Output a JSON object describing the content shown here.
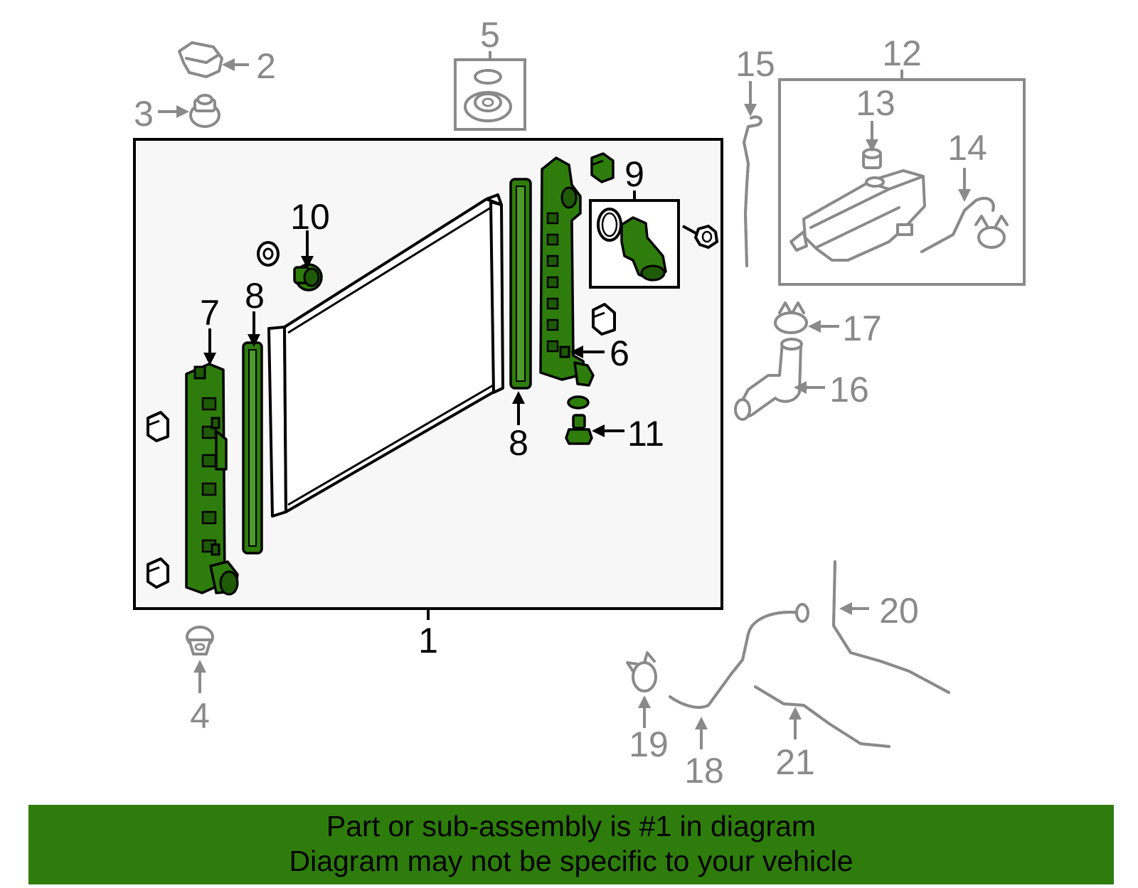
{
  "callouts": {
    "c1": "1",
    "c2": "2",
    "c3": "3",
    "c4": "4",
    "c5": "5",
    "c6": "6",
    "c7": "7",
    "c8a": "8",
    "c8b": "8",
    "c9": "9",
    "c10": "10",
    "c11": "11",
    "c12": "12",
    "c13": "13",
    "c14": "14",
    "c15": "15",
    "c16": "16",
    "c17": "17",
    "c18": "18",
    "c19": "19",
    "c20": "20",
    "c21": "21"
  },
  "colors": {
    "highlight": "#2e7d0c",
    "panel": "#f7f7f7",
    "secondary": "#8a8a8a"
  },
  "banner": {
    "line1": "Part or sub-assembly is #1 in diagram",
    "line2": "Diagram may not be specific to your vehicle"
  }
}
